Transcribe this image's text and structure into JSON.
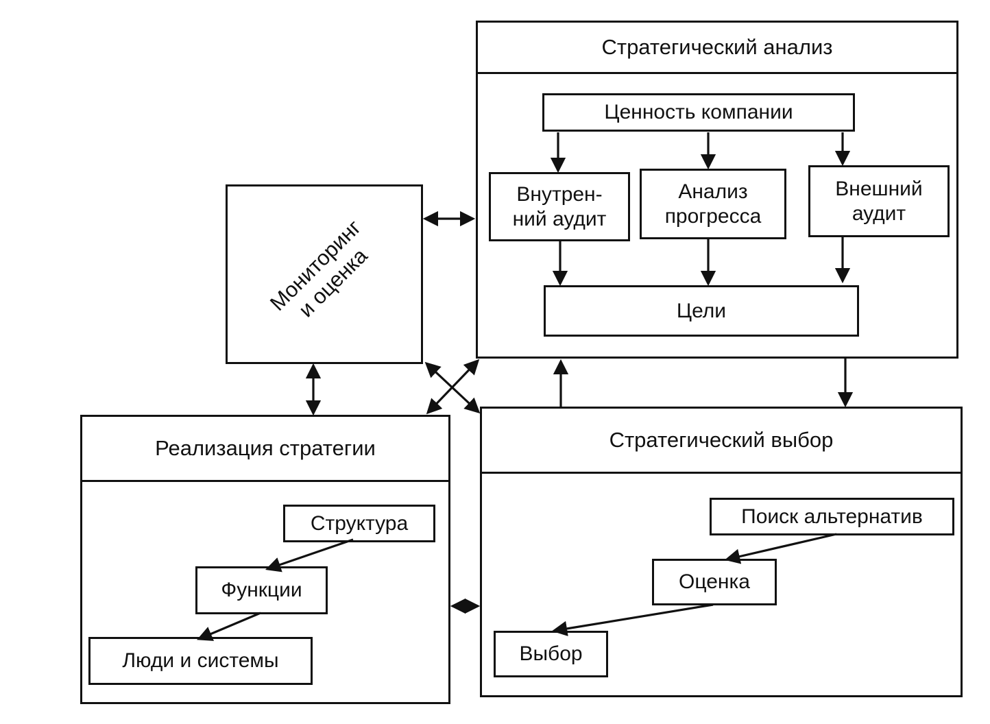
{
  "analysis": {
    "title": "Стратегический анализ",
    "value": "Ценность компании",
    "internal_audit": "Внутрен-\nний аудит",
    "progress": "Анализ\nпрогресса",
    "external_audit": "Внешний\nаудит",
    "goals": "Цели"
  },
  "monitoring": {
    "label": "Мониторинг\nи оценка"
  },
  "implementation": {
    "title": "Реализация стратегии",
    "structure": "Структура",
    "functions": "Функции",
    "people": "Люди и системы"
  },
  "choice": {
    "title": "Стратегический выбор",
    "search": "Поиск альтернатив",
    "evaluation": "Оценка",
    "selection": "Выбор"
  }
}
